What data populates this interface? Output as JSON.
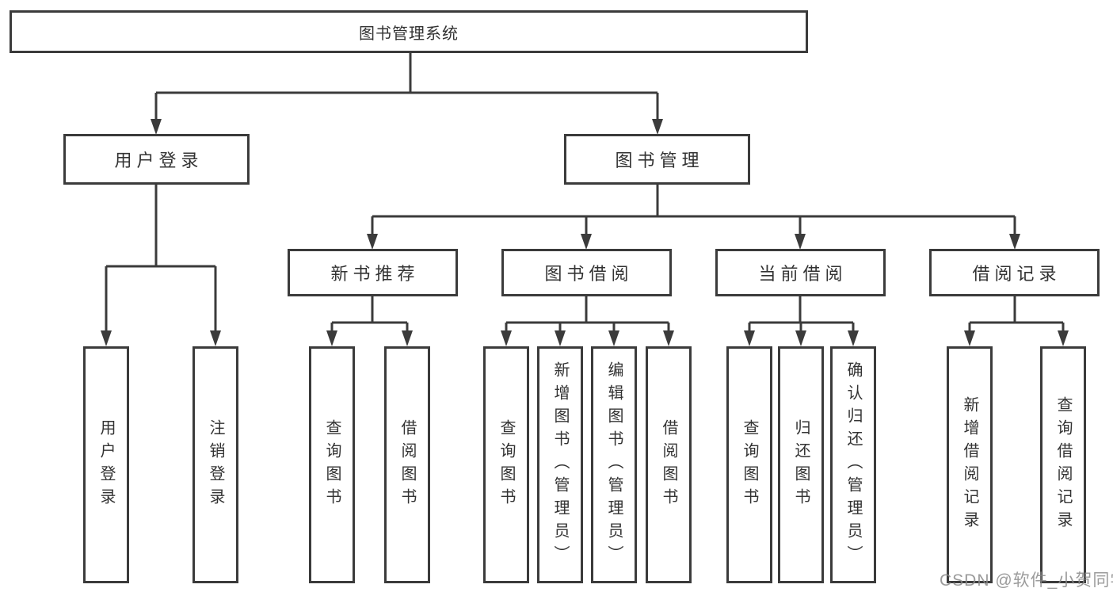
{
  "tree": {
    "root": {
      "label": "图书管理系统"
    },
    "branches": [
      {
        "label": "用户登录",
        "children": [
          {
            "label": "用户登录"
          },
          {
            "label": "注销登录"
          }
        ]
      },
      {
        "label": "图书管理",
        "children": [
          {
            "label": "新书推荐",
            "children": [
              {
                "label": "查询图书"
              },
              {
                "label": "借阅图书"
              }
            ]
          },
          {
            "label": "图书借阅",
            "children": [
              {
                "label": "查询图书"
              },
              {
                "label": "新增图书（管理员）"
              },
              {
                "label": "编辑图书（管理员）"
              },
              {
                "label": "借阅图书"
              }
            ]
          },
          {
            "label": "当前借阅",
            "children": [
              {
                "label": "查询图书"
              },
              {
                "label": "归还图书"
              },
              {
                "label": "确认归还（管理员）"
              }
            ]
          },
          {
            "label": "借阅记录",
            "children": [
              {
                "label": "新增借阅记录"
              },
              {
                "label": "查询借阅记录"
              }
            ]
          }
        ]
      }
    ]
  },
  "watermark": {
    "text": "CSDN @软件_小贺同学"
  },
  "colors": {
    "line": "#3b3b3b",
    "box_border": "#3b3b3b",
    "text": "#333333",
    "background": "#ffffff",
    "watermark": "#8a8a8a"
  }
}
